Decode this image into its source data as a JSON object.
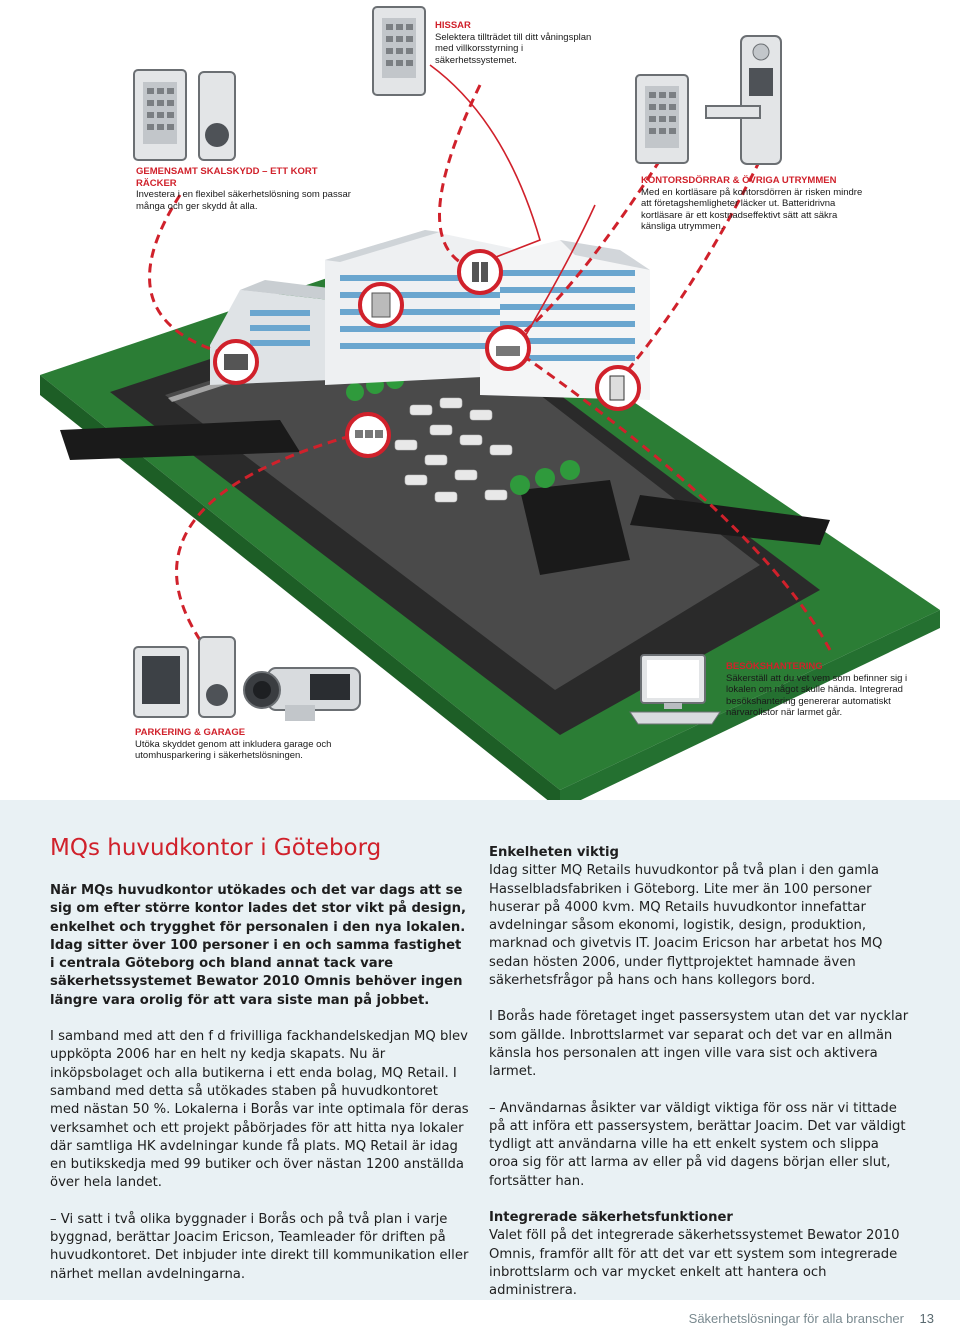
{
  "callouts": {
    "hissar": {
      "heading": "HISSAR",
      "body": "Selektera tillträdet till ditt våningsplan med villkorsstyrning i säkerhetssystemet."
    },
    "gemensamt": {
      "heading": "GEMENSAMT SKALSKYDD – ETT KORT RÄCKER",
      "body": "Investera i en flexibel säkerhetslösning som passar många och ger skydd åt alla."
    },
    "kontor": {
      "heading": "KONTORSDÖRRAR & ÖVRIGA UTRYMMEN",
      "body": "Med en kortläsare på kontorsdörren är risken mindre att företagshemligheter läcker ut. Batteridrivna kortläsare är ett kostnadseffektivt sätt att säkra känsliga utrymmen."
    },
    "besok": {
      "heading": "BESÖKSHANTERING",
      "body": "Säkerställ att du vet vem som befinner sig i lokalen om något skulle hända. Integrerad besökshantering genererar automatiskt närvarolistor när larmet går."
    },
    "parkering": {
      "heading": "PARKERING & GARAGE",
      "body": "Utöka skyddet genom att inkludera garage och utomhusparkering i säkerhetslösningen."
    }
  },
  "article": {
    "title": "MQs huvudkontor i Göteborg",
    "lead": "När MQs huvudkontor utökades och det var dags att se sig om efter större kontor lades det stor vikt på design, enkelhet och trygghet för personalen i den nya lokalen. Idag sitter över 100 personer i en och samma fastighet i centrala Göteborg och bland annat tack vare säkerhetssystemet Bewator 2010 Omnis behöver ingen längre vara orolig för att vara siste man på jobbet.",
    "left_p1": "I samband med att den f d frivilliga fackhandelskedjan MQ blev uppköpta 2006 har en helt ny kedja skapats. Nu är inköpsbolaget och alla butikerna i ett enda bolag, MQ Retail. I samband med detta så utökades staben på huvudkontoret med nästan 50 %. Lokalerna i Borås var inte optimala för deras verksamhet och ett projekt påbörjades för att hitta nya lokaler där samtliga HK avdelningar kunde få plats. MQ Retail är idag en butikskedja med 99 butiker och över nästan 1200 anställda över hela landet.",
    "left_p2": "–   Vi satt i två olika byggnader i Borås och på två plan i varje byggnad, berättar Joacim Ericson, Teamleader för driften på huvudkontoret. Det inbjuder inte direkt till kommunikation eller närhet mellan avdelningarna.",
    "right_h1": "Enkelheten viktig",
    "right_p1": "Idag sitter MQ Retails huvudkontor på två plan i den gamla Hasselbladsfabriken i Göteborg. Lite mer än 100 personer huserar på 4000 kvm. MQ Retails huvudkontor innefattar avdelningar såsom ekonomi, logistik, design, produktion, marknad och givetvis IT. Joacim Ericson har arbetat hos MQ sedan hösten 2006, under flyttprojektet hamnade även säkerhetsfrågor på hans och hans kollegors bord.",
    "right_p2": "I Borås hade företaget inget passersystem utan det var nycklar som gällde. Inbrottslarmet var separat och det var en allmän känsla hos personalen att ingen ville vara sist och aktivera larmet.",
    "right_p3": "–   Användarnas åsikter var väldigt viktiga för oss när vi tittade på att införa ett passersystem, berättar Joacim. Det var väldigt tydligt att användarna ville ha ett enkelt system och slippa oroa sig för att larma av eller på vid dagens början eller slut, fortsätter han.",
    "right_h2": "Integrerade säkerhetsfunktioner",
    "right_p4": "Valet föll på det integrerade säkerhetssystemet Bewator 2010 Omnis, framför allt för att det var ett system som integrerade inbrottslarm och var mycket enkelt att hantera och administrera."
  },
  "footer": {
    "text": "Säkerhetslösningar för alla branscher",
    "page": "13"
  },
  "colors": {
    "accent_red": "#d0212b",
    "article_bg": "#e9f1f4",
    "lawn_green": "#2f8a3a",
    "road_black": "#1a1a1a"
  }
}
